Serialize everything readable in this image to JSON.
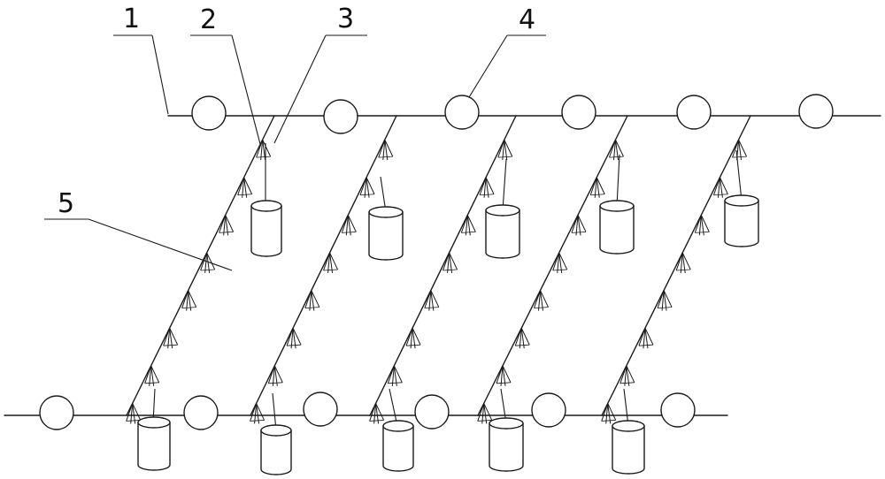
{
  "labels": {
    "l1": "1",
    "l2": "2",
    "l3": "3",
    "l4": "4",
    "l5": "5"
  },
  "colors": {
    "stroke": "#1a1a1a",
    "background": "#ffffff"
  }
}
